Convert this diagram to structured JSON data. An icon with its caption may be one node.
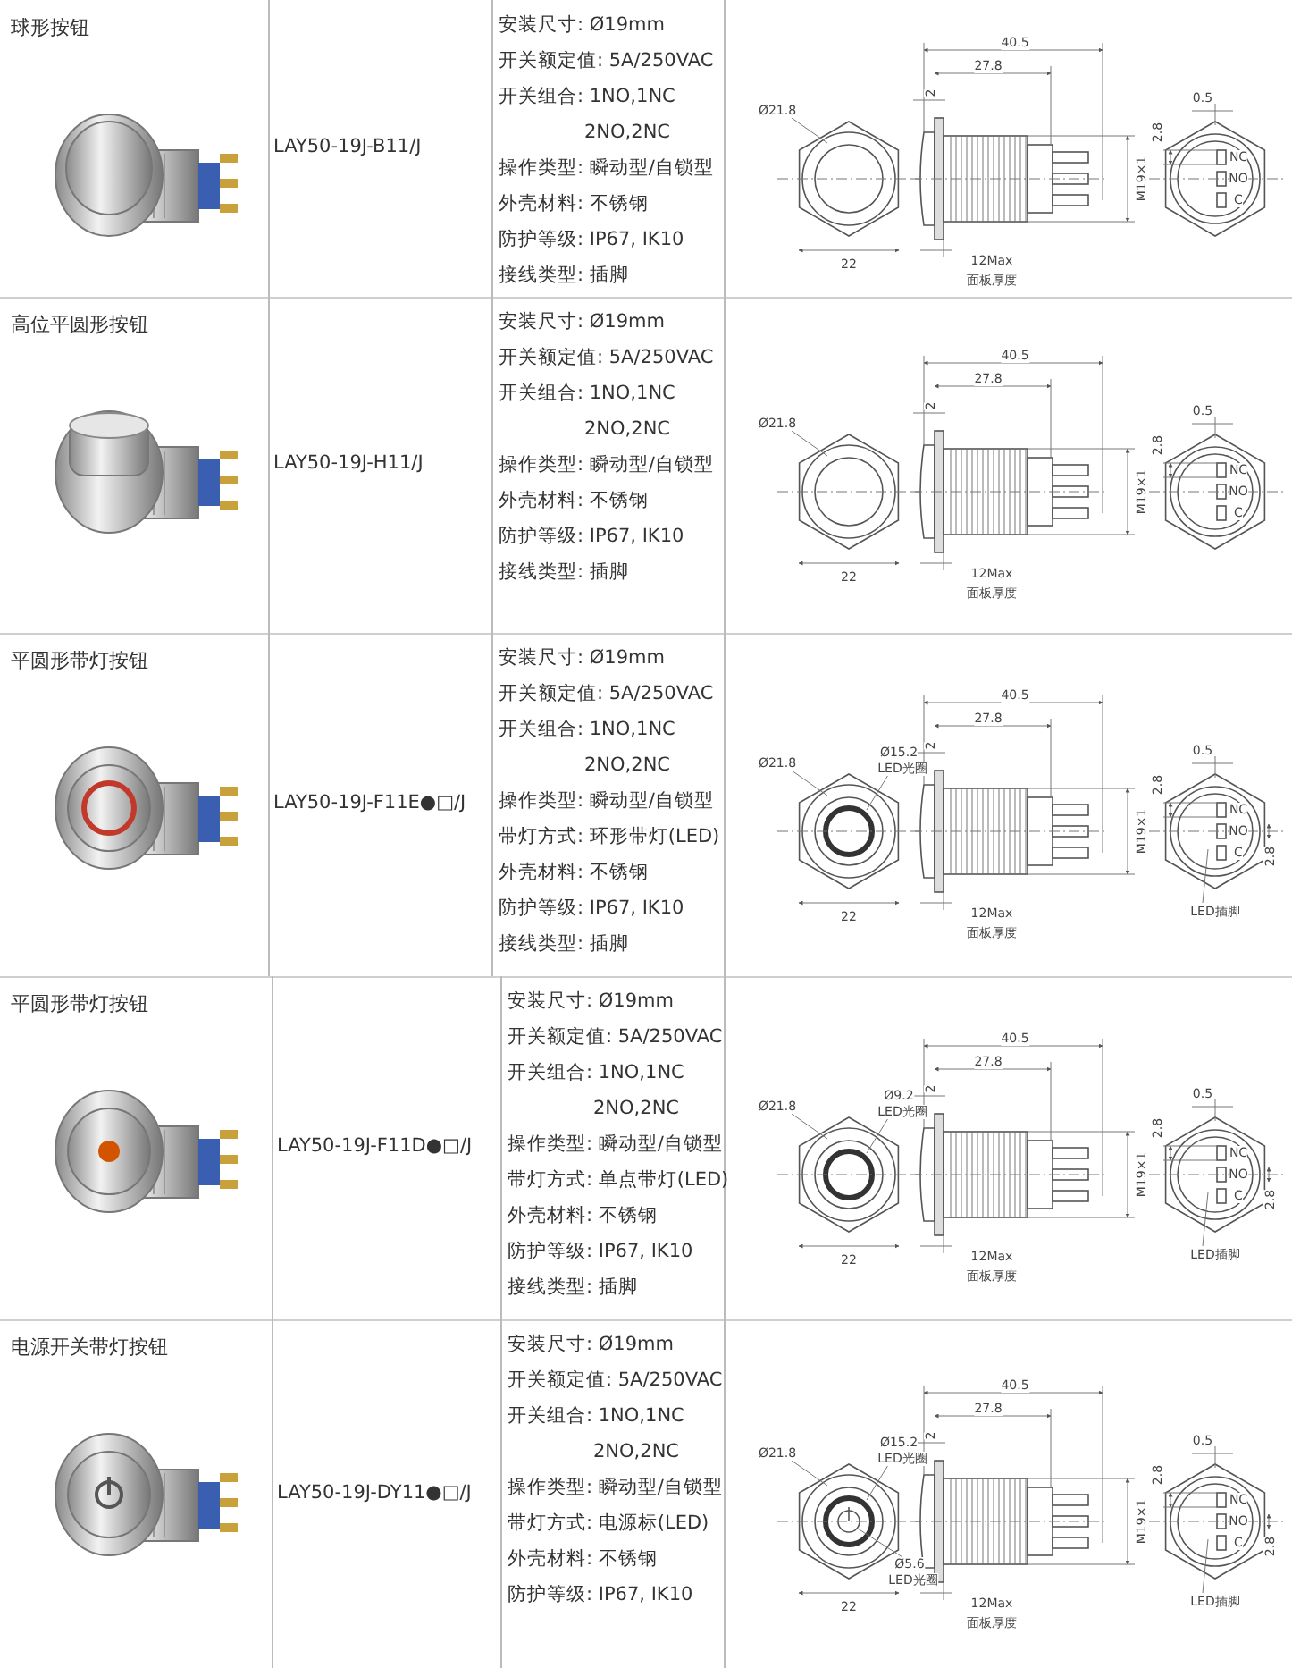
{
  "diagram": {
    "labels": [
      "球形按钮",
      "LAY50-19J-B11/J",
      "安装尺寸: Ø19mm",
      "开关额定值: 5A/250VAC",
      "开关组合: 1NO,1NC",
      "2NO,2NC",
      "操作类型: 瞬动型/自锁型",
      "外壳材料: 不锈钢",
      "防护等级: IP67, IK10",
      "接线类型: 插脚",
      "Ø21.8",
      "22",
      "40.5",
      "27.8",
      "2",
      "12Max",
      "面板厚度",
      "M19×1",
      "0.5",
      "2.8",
      "NC",
      "NO",
      "C",
      "高位平圆形按钮",
      "LAY50-19J-H11/J",
      "安装尺寸: Ø19mm",
      "开关额定值: 5A/250VAC",
      "开关组合: 1NO,1NC",
      "2NO,2NC",
      "操作类型: 瞬动型/自锁型",
      "外壳材料: 不锈钢",
      "防护等级: IP67, IK10",
      "接线类型: 插脚",
      "Ø21.8",
      "22",
      "40.5",
      "27.8",
      "2",
      "12Max",
      "面板厚度",
      "M19×1",
      "0.5",
      "2.8",
      "NC",
      "NO",
      "C",
      "平圆形带灯按钮",
      "LAY50-19J-F11E●□/J",
      "安装尺寸: Ø19mm",
      "开关额定值: 5A/250VAC",
      "开关组合: 1NO,1NC",
      "2NO,2NC",
      "操作类型: 瞬动型/自锁型",
      "带灯方式: 环形带灯(LED)",
      "外壳材料: 不锈钢",
      "防护等级: IP67, IK10",
      "接线类型: 插脚",
      "Ø21.8",
      "Ø15.2",
      "LED光圈",
      "22",
      "40.5",
      "27.8",
      "2",
      "12Max",
      "面板厚度",
      "M19×1",
      "2.8",
      "0.5",
      "NC",
      "NO",
      "C",
      "2.8",
      "LED插脚",
      "平圆形带灯按钮",
      "LAY50-19J-F11D●□/J",
      "安装尺寸: Ø19mm",
      "开关额定值: 5A/250VAC",
      "开关组合: 1NO,1NC",
      "2NO,2NC",
      "操作类型: 瞬动型/自锁型",
      "带灯方式: 单点带灯(LED)",
      "外壳材料: 不锈钢",
      "防护等级: IP67, IK10",
      "接线类型: 插脚",
      "Ø21.8",
      "Ø9.2",
      "LED光圈",
      "22",
      "40.5",
      "27.8",
      "2",
      "12Max",
      "面板厚度",
      "M19×1",
      "2.8",
      "0.5",
      "NC",
      "NO",
      "C",
      "2.8",
      "LED插脚",
      "电源开关带灯按钮",
      "LAY50-19J-DY11●□/J",
      "安装尺寸: Ø19mm",
      "开关额定值: 5A/250VAC",
      "开关组合: 1NO,1NC",
      "2NO,2NC",
      "操作类型: 瞬动型/自锁型",
      "带灯方式: 电源标(LED)",
      "外壳材料: 不锈钢",
      "防护等级: IP67, IK10",
      "Ø21.8",
      "Ø15.2",
      "LED光圈",
      "Ø5.6",
      "LED光圈",
      "22",
      "40.5",
      "27.8",
      "2",
      "12Max",
      "面板厚度",
      "M19×1",
      "2.8",
      "0.5",
      "NC",
      "NO",
      "C",
      "2.8",
      "LED插脚"
    ]
  }
}
